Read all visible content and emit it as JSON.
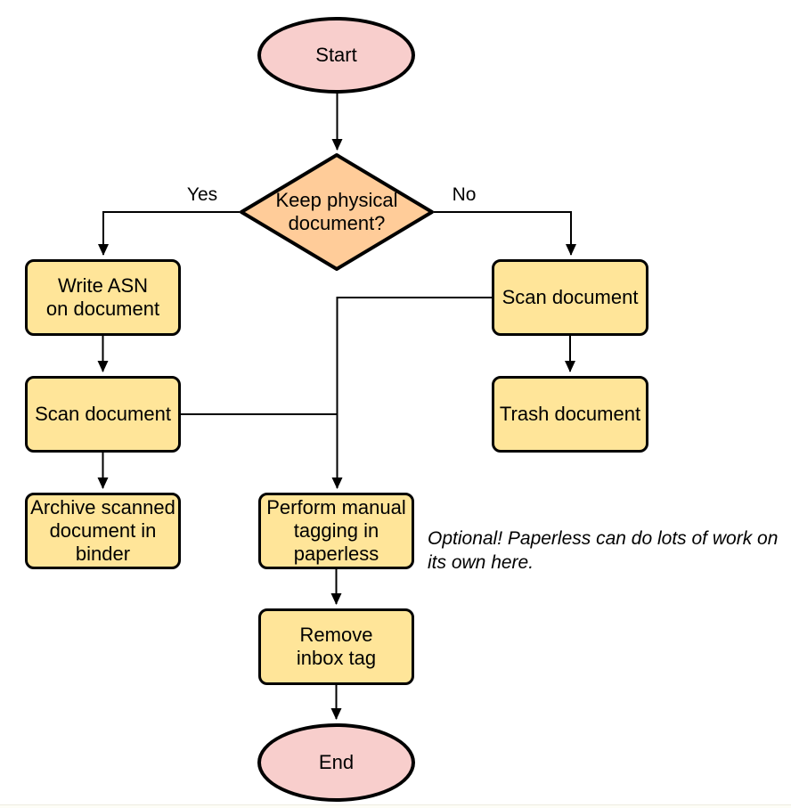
{
  "colors": {
    "background": "#FFFFFF",
    "node_pink": "#F8CECC",
    "node_orange": "#FFCC99",
    "node_yellow": "#FFE599",
    "stroke": "#000000"
  },
  "nodes": {
    "start": {
      "type": "terminator",
      "label": "Start"
    },
    "decision": {
      "type": "decision",
      "label": "Keep physical\ndocument?"
    },
    "write_asn": {
      "type": "process",
      "label": "Write ASN\non document"
    },
    "scan_left": {
      "type": "process",
      "label": "Scan document"
    },
    "archive": {
      "type": "process",
      "label": "Archive scanned\ndocument in\nbinder"
    },
    "scan_right": {
      "type": "process",
      "label": "Scan document"
    },
    "trash": {
      "type": "process",
      "label": "Trash document"
    },
    "perform_tagging": {
      "type": "process",
      "label": "Perform manual\ntagging in\npaperless"
    },
    "remove_inbox": {
      "type": "process",
      "label": "Remove\ninbox tag"
    },
    "end": {
      "type": "terminator",
      "label": "End"
    }
  },
  "edge_labels": {
    "yes": "Yes",
    "no": "No"
  },
  "annotation": {
    "text": "Optional! Paperless can do lots of work on\nits own here."
  }
}
